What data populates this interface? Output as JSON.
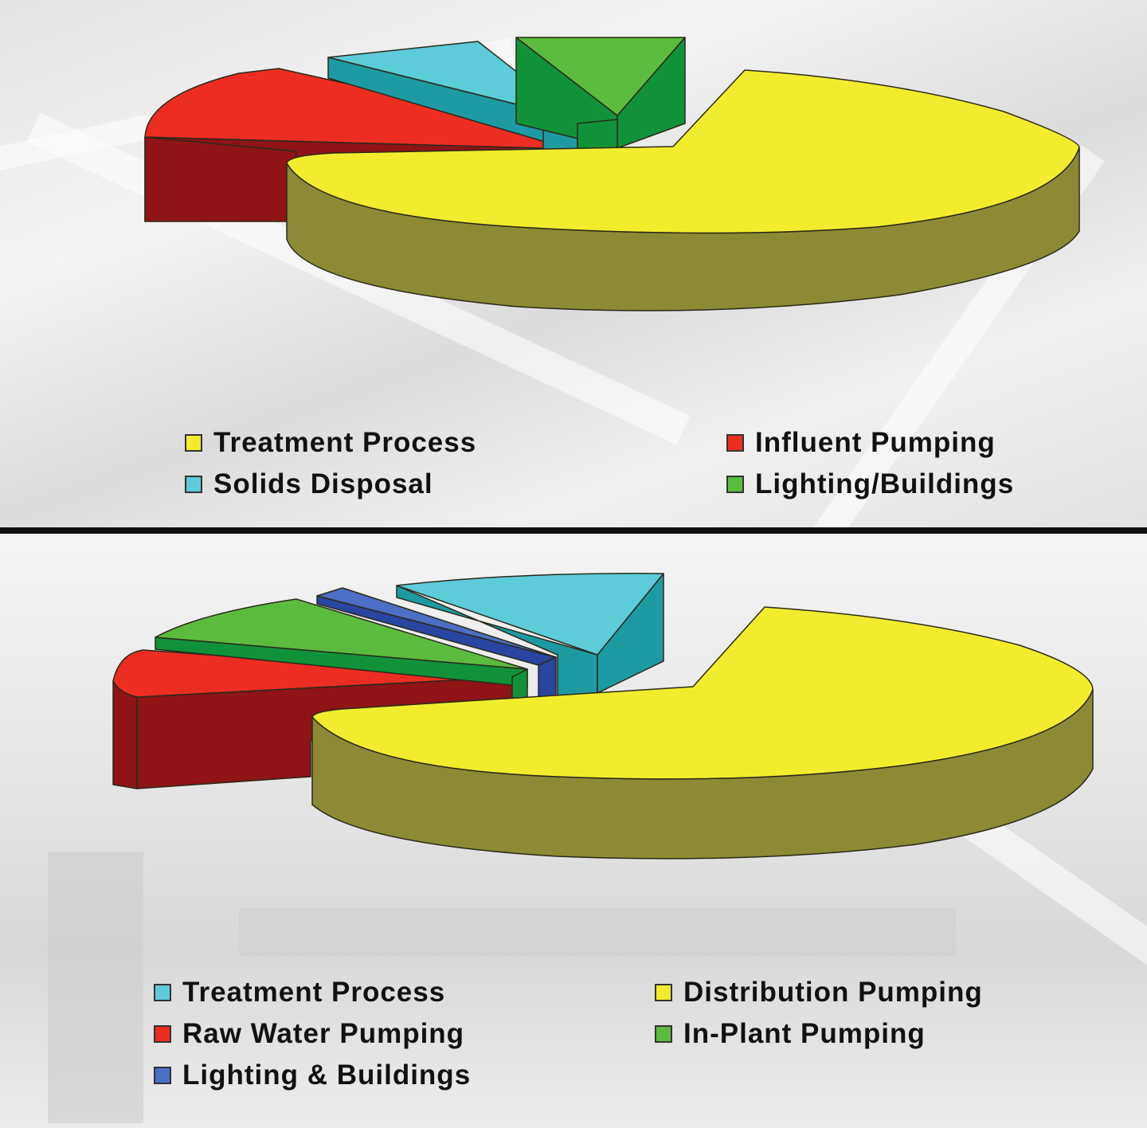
{
  "chart_data": [
    {
      "type": "pie",
      "style": "3d-exploded",
      "title": "",
      "categories": [
        "Treatment Process",
        "Influent Pumping",
        "Solids Disposal",
        "Lighting/Buildings"
      ],
      "values": [
        70,
        15,
        7,
        8
      ],
      "colors": [
        "#f2ec2e",
        "#ec2d22",
        "#5ecbd8",
        "#5bbb3f"
      ],
      "legend_position": "bottom",
      "legend": [
        {
          "label": "Treatment Process",
          "color": "#f2ec2e"
        },
        {
          "label": "Influent Pumping",
          "color": "#ec2d22"
        },
        {
          "label": "Solids Disposal",
          "color": "#5ecbd8"
        },
        {
          "label": "Lighting/Buildings",
          "color": "#5bbb3f"
        }
      ]
    },
    {
      "type": "pie",
      "style": "3d-exploded",
      "title": "",
      "categories": [
        "Distribution Pumping",
        "Treatment Process",
        "Raw Water Pumping",
        "In-Plant Pumping",
        "Lighting & Buildings"
      ],
      "values": [
        65,
        12,
        10,
        10,
        3
      ],
      "colors": [
        "#f2ec2e",
        "#5ecbd8",
        "#ec2d22",
        "#5bbb3f",
        "#4a6fc4"
      ],
      "legend_position": "bottom",
      "legend": [
        {
          "label": "Treatment Process",
          "color": "#5ecbd8"
        },
        {
          "label": "Distribution Pumping",
          "color": "#f2ec2e"
        },
        {
          "label": "Raw Water Pumping",
          "color": "#ec2d22"
        },
        {
          "label": "In-Plant Pumping",
          "color": "#5bbb3f"
        },
        {
          "label": "Lighting & Buildings",
          "color": "#4a6fc4"
        }
      ]
    }
  ]
}
